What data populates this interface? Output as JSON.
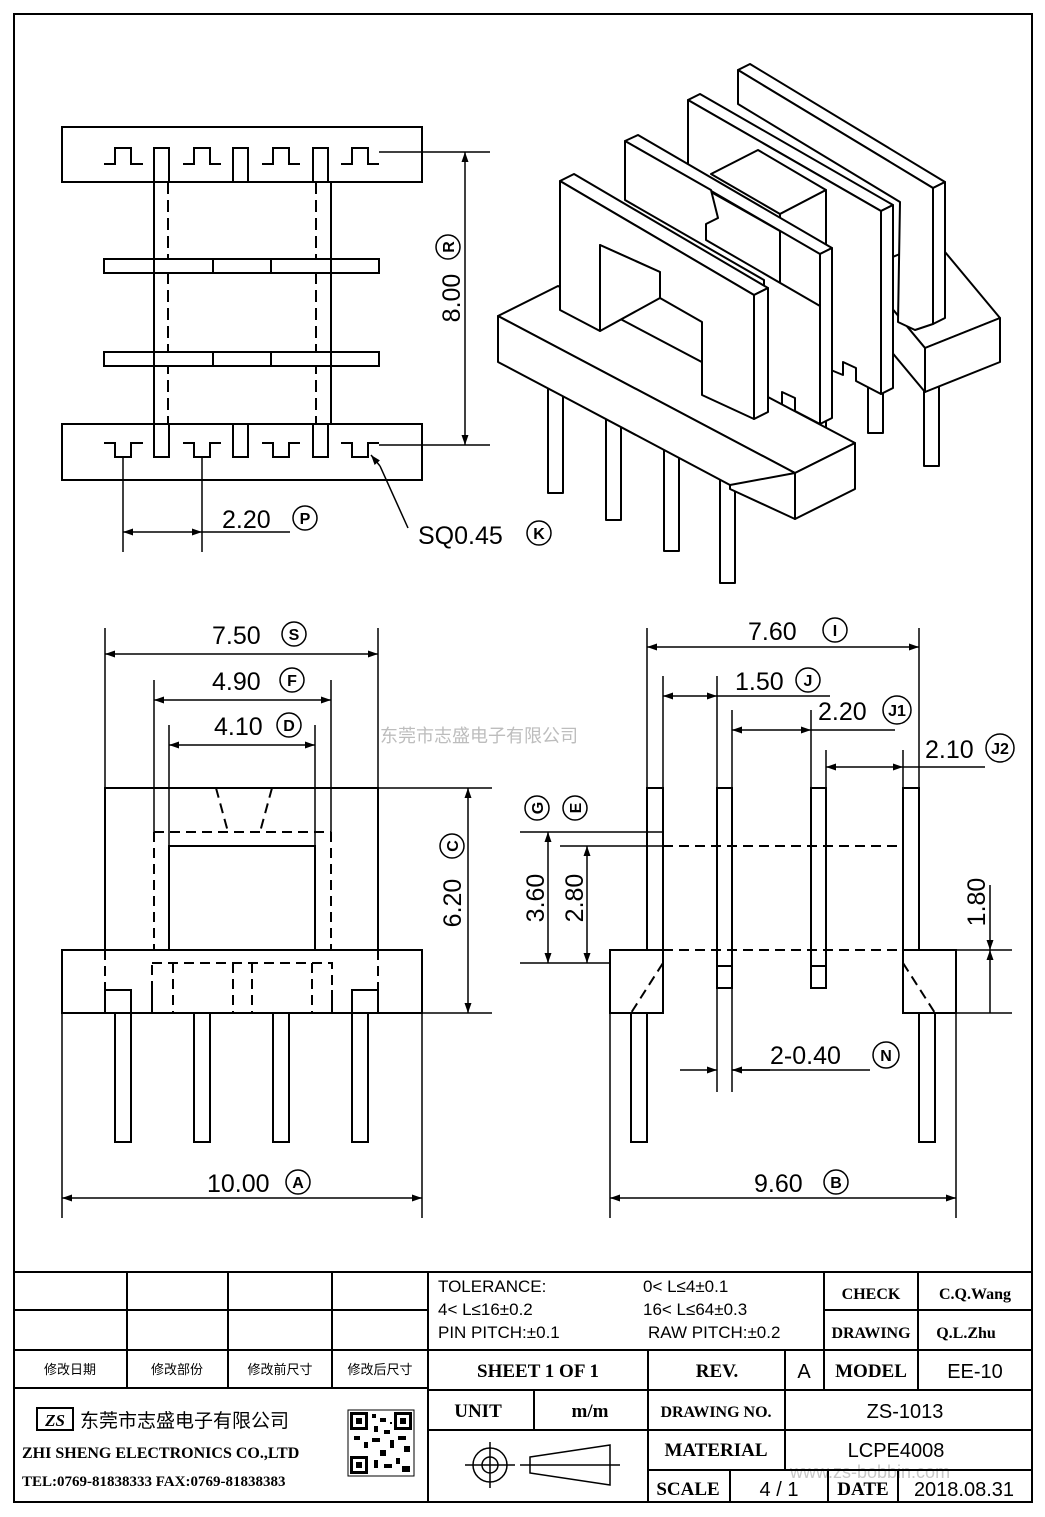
{
  "dimensions": {
    "r": {
      "value": "8.00",
      "tag": "R"
    },
    "p": {
      "value": "2.20",
      "tag": "P"
    },
    "k": {
      "value": "SQ0.45",
      "tag": "K"
    },
    "s": {
      "value": "7.50",
      "tag": "S"
    },
    "f": {
      "value": "4.90",
      "tag": "F"
    },
    "d": {
      "value": "4.10",
      "tag": "D"
    },
    "c": {
      "value": "6.20",
      "tag": "C"
    },
    "a": {
      "value": "10.00",
      "tag": "A"
    },
    "i": {
      "value": "7.60",
      "tag": "I"
    },
    "j": {
      "value": "1.50",
      "tag": "J"
    },
    "j1": {
      "value": "2.20",
      "tag": "J1"
    },
    "j2": {
      "value": "2.10",
      "tag": "J2"
    },
    "g": {
      "value": "3.60",
      "tag": "G"
    },
    "e": {
      "value": "2.80",
      "tag": "E"
    },
    "h18": {
      "value": "1.80"
    },
    "n": {
      "value": "2-0.40",
      "tag": "N"
    },
    "b": {
      "value": "9.60",
      "tag": "B"
    }
  },
  "watermark": {
    "company_cn": "东莞市志盛电子有限公司",
    "url": "www.zs-bobbin.com"
  },
  "title_block": {
    "revision_headers": [
      "修改日期",
      "修改部份",
      "修改前尺寸",
      "修改后尺寸"
    ],
    "tolerance": {
      "label": "TOLERANCE:",
      "r1": "0< L≤4±0.1",
      "r2": "4< L≤16±0.2",
      "r3": "16< L≤64±0.3",
      "pin": "PIN PITCH:±0.1",
      "raw": "RAW PITCH:±0.2"
    },
    "check_label": "CHECK",
    "check_value": "C.Q.Wang",
    "drawing_label": "DRAWING",
    "drawing_value": "Q.L.Zhu",
    "sheet": "SHEET 1 OF 1",
    "rev_label": "REV.",
    "rev_value": "A",
    "model_label": "MODEL",
    "model_value": "EE-10",
    "unit_label": "UNIT",
    "unit_value": "m/m",
    "drawing_no_label": "DRAWING NO.",
    "drawing_no_value": "ZS-1013",
    "material_label": "MATERIAL",
    "material_value": "LCPE4008",
    "scale_label": "SCALE",
    "scale_value": "4 / 1",
    "date_label": "DATE",
    "date_value": "2018.08.31",
    "company_cn": "东莞市志盛电子有限公司",
    "company_en": "ZHI SHENG ELECTRONICS CO.,LTD",
    "contact": "TEL:0769-81838333 FAX:0769-81838383",
    "logo_text": "ZS"
  }
}
